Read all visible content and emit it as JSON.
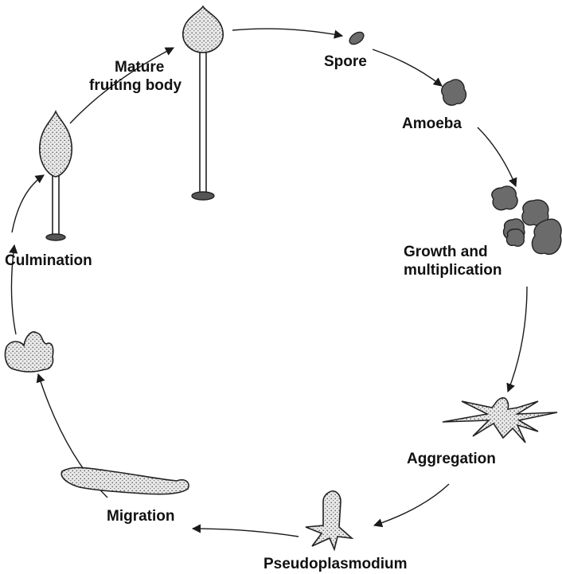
{
  "title": "",
  "stages": {
    "spore": "Spore",
    "amoeba": "Amoeba",
    "growth_line1": "Growth and",
    "growth_line2": "multiplication",
    "aggregation": "Aggregation",
    "pseudoplasmodium": "Pseudoplasmodium",
    "migration": "Migration",
    "culmination": "Culmination",
    "mature_line1": "Mature",
    "mature_line2": "fruiting body"
  }
}
